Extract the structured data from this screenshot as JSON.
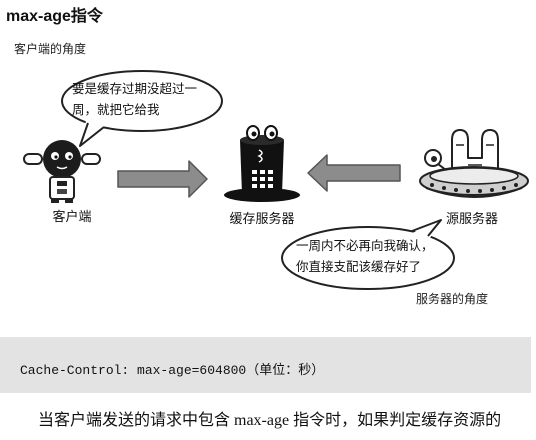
{
  "title": "max-age指令",
  "client_view_label": "客户端的角度",
  "server_view_label": "服务器的角度",
  "client": {
    "label": "客户端"
  },
  "cache_server": {
    "label": "缓存服务器"
  },
  "origin_server": {
    "label": "源服务器"
  },
  "client_bubble": {
    "lines": [
      "要是缓存过期没超过一",
      "周，就把它给我"
    ]
  },
  "server_bubble": {
    "lines": [
      "一周内不必再向我确认，",
      "你直接支配该缓存好了"
    ]
  },
  "code": "Cache-Control: max-age=604800（单位：秒）",
  "body_text": "当客户端发送的请求中包含 max-age 指令时，如果判定缓存资源的",
  "colors": {
    "arrow": "#8c8c8c",
    "code_box": "#e3e3e3"
  },
  "icons": {
    "client": "client-robot-icon",
    "cache_server": "cache-server-hat-icon",
    "origin_server": "origin-server-ufo-icon",
    "request_arrow": "arrow-right-icon",
    "response_arrow": "arrow-left-icon"
  }
}
